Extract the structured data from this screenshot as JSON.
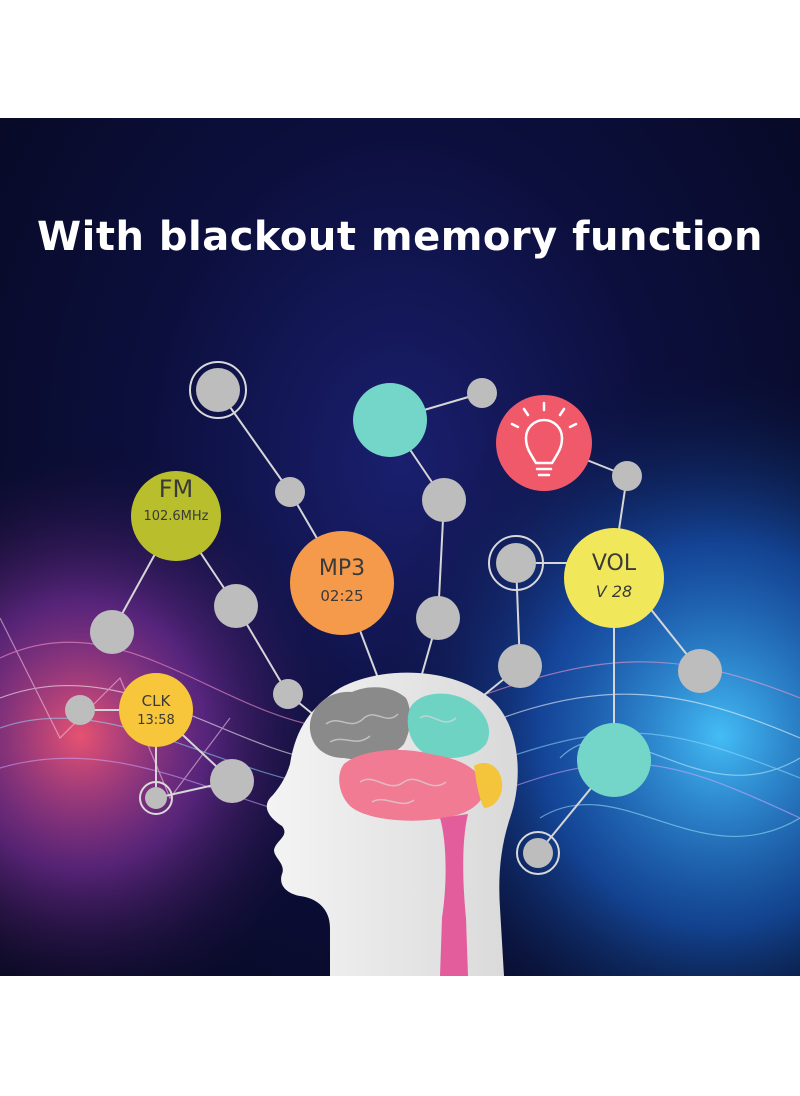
{
  "headline": "With blackout memory function",
  "nodes": {
    "fm": {
      "title": "FM",
      "value": "102.6MHz",
      "color": "#b9bf2c"
    },
    "mp3": {
      "title": "MP3",
      "value": "02:25",
      "color": "#f59a4a"
    },
    "vol": {
      "title": "VOL",
      "value": "V 28",
      "color": "#f0e85a"
    },
    "clk": {
      "title": "CLK",
      "value": "13:58",
      "color": "#f7c63b"
    }
  },
  "colors": {
    "teal": "#74d6c8",
    "lamp_pink": "#f0596a",
    "grey_node": "#bdbdbd",
    "brain_grey": "#8a8a8a",
    "brain_teal": "#6fd3c4",
    "brain_pink": "#f07b93",
    "brain_yellow": "#f4c53a",
    "spine_pink": "#e35d9c"
  },
  "icons": [
    "lightbulb-icon",
    "brain-illustration",
    "head-silhouette"
  ]
}
